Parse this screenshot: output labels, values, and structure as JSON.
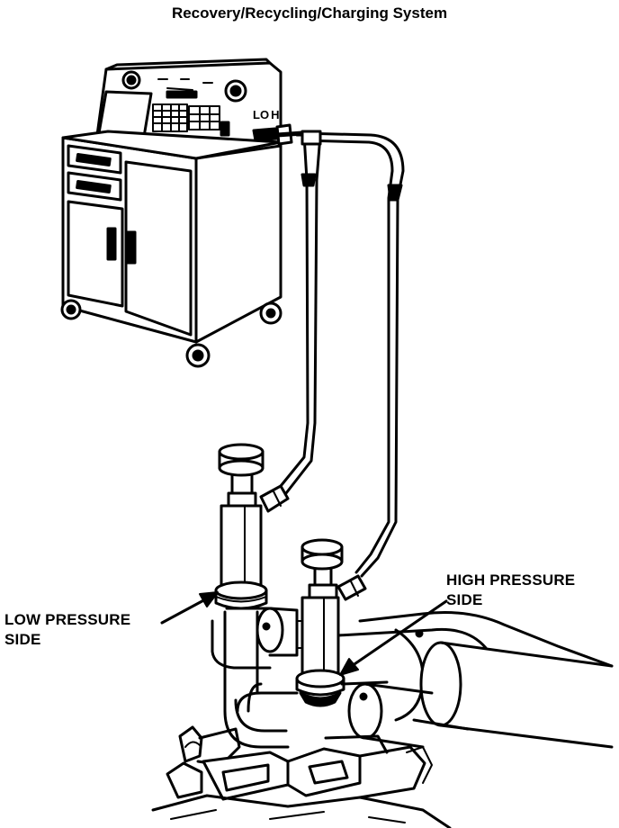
{
  "title": "Recovery/Recycling/Charging System",
  "labels": {
    "low_pressure_line1": "LOW PRESSURE",
    "low_pressure_line2": "SIDE",
    "high_pressure_line1": "HIGH PRESSURE",
    "high_pressure_line2": "SIDE"
  },
  "machine": {
    "port_lo": "LO",
    "port_hi": "HI"
  },
  "icons": [
    "recovery-machine-icon",
    "low-side-service-valve-icon",
    "high-side-service-valve-icon",
    "compressor-icon"
  ],
  "colors": {
    "ink": "#000000",
    "paper": "#ffffff"
  }
}
